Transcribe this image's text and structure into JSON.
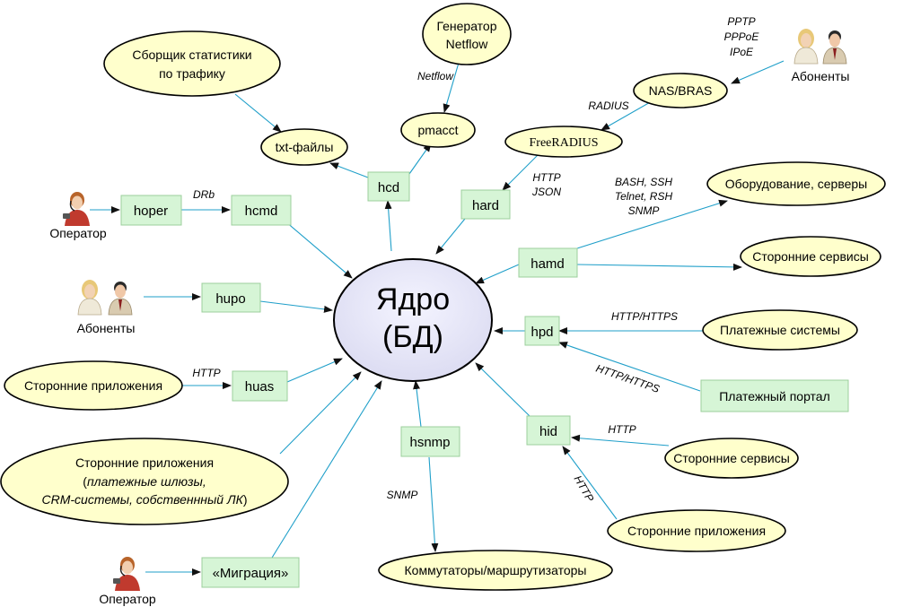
{
  "colors": {
    "ellipse_fill": "#ffffcc",
    "box_fill": "#d6f5d6",
    "box_stroke": "#9ccf9c",
    "core_fill": "#e8e8fa",
    "edge_stroke": "#1f9fc9"
  },
  "core": {
    "line1": "Ядро",
    "line2": "(БД)"
  },
  "ellipses": {
    "sborshik_1": "Сборщик статистики",
    "sborshik_2": "по трафику",
    "generator_1": "Генератор",
    "generator_2": "Netflow",
    "txt_files": "txt-файлы",
    "pmacct": "pmacct",
    "nas_bras": "NAS/BRAS",
    "freeradius": "FreeRADIUS",
    "equipment": "Оборудование, серверы",
    "third_services_top": "Сторонние сервисы",
    "payment_systems": "Платежные системы",
    "third_services_bottom": "Сторонние сервисы",
    "third_apps_right": "Сторонние приложения",
    "switches": "Коммутаторы/маршрутизаторы",
    "third_apps_left": "Сторонние приложения",
    "big_apps_1": "Сторонние приложения",
    "big_apps_2_open": "(",
    "big_apps_2_italic": "платежные шлюзы,",
    "big_apps_3_italic": "CRM-системы, собственнный ЛК",
    "big_apps_3_close": ")"
  },
  "boxes": {
    "hoper": "hoper",
    "hcmd": "hcmd",
    "hcd": "hcd",
    "hard": "hard",
    "hamd": "hamd",
    "hupo": "hupo",
    "huas": "huas",
    "hpd": "hpd",
    "payment_portal": "Платежный портал",
    "hid": "hid",
    "hsnmp": "hsnmp",
    "migration": "«Миграция»"
  },
  "people": {
    "operator_top": "Оператор",
    "subscribers_left": "Абоненты",
    "subscribers_top": "Абоненты",
    "operator_bottom": "Оператор"
  },
  "protocols": {
    "drb": "DRb",
    "netflow": "Netflow",
    "pptp": "PPTP",
    "pppoe": "PPPoE",
    "ipoe": "IPoE",
    "radius": "RADIUS",
    "http_json_1": "HTTP",
    "http_json_2": "JSON",
    "hamd_1": "BASH, SSH",
    "hamd_2": "Telnet, RSH",
    "hamd_3": "SNMP",
    "http_https_1": "HTTP/HTTPS",
    "http_https_2": "HTTP/HTTPS",
    "http_huas": "HTTP",
    "http_hid": "HTTP",
    "http_diag": "HTTP",
    "snmp": "SNMP"
  }
}
